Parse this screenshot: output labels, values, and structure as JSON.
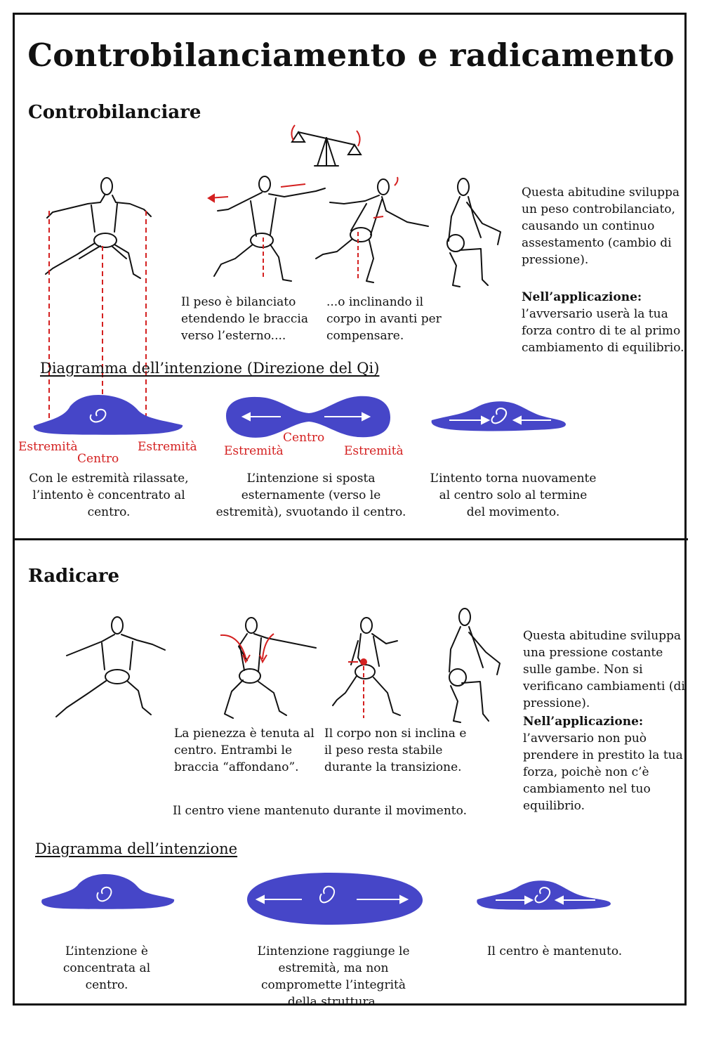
{
  "title": "Controbilanciamento e radicamento",
  "colors": {
    "blob": "#4646c8",
    "accent_red": "#d42020",
    "ink": "#111111"
  },
  "counter": {
    "heading": "Controbilanciare",
    "caption1": "Il peso è bilanciato etendendo le braccia verso l’esterno....",
    "caption2": "...o inclinando il corpo in avanti per compensare.",
    "side_text": "Questa abitudine sviluppa un peso controbilanciato, causando un continuo assestamento (cambio di pressione).",
    "side_app_label": "Nell’applicazione:",
    "side_app_text": "l’avversario userà la tua forza contro di te al primo cambiamento di equilibrio.",
    "diagram_title": "Diagramma dell’intenzione (Direzione del Qi)",
    "label_extremity": "Estremità",
    "label_center": "Centro",
    "diag_caption1": "Con le estremità rilassate, l’intento è concentrato al centro.",
    "diag_caption2": "L’intenzione si sposta esternamente (verso le estremità), svuotando il centro.",
    "diag_caption3": "L’intento torna nuovamente al centro solo al termine del movimento."
  },
  "root": {
    "heading": "Radicare",
    "caption1": "La pienezza è tenuta al centro. Entrambi le braccia “affondano”.",
    "caption2": "Il corpo non si inclina e il peso resta stabile durante la transizione.",
    "center_note": "Il centro viene mantenuto durante il movimento.",
    "side_text": "Questa abitudine sviluppa una pressione costante sulle gambe. Non si verificano cambiamenti (di pressione).",
    "side_app_label": "Nell’applicazione:",
    "side_app_text": "l’avversario non può prendere in prestito la tua forza, poichè non c’è cambiamento nel tuo equilibrio.",
    "diagram_title": "Diagramma dell’intenzione",
    "diag_caption1": "L’intenzione è concentrata al centro.",
    "diag_caption2": "L’intenzione raggiunge le estremità, ma non compromette l’integrità della struttura.",
    "diag_caption3": "Il centro è mantenuto."
  }
}
